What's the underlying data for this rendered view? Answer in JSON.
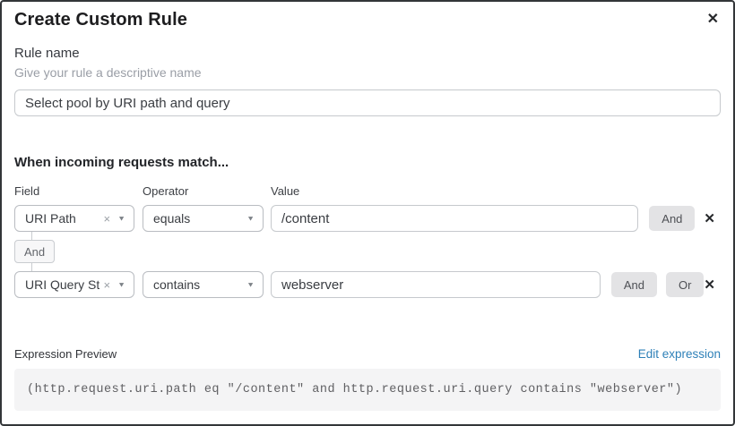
{
  "dialog": {
    "title": "Create Custom Rule",
    "close_icon": "✕"
  },
  "rule_name": {
    "label": "Rule name",
    "hint": "Give your rule a descriptive name",
    "value": "Select pool by URI path and query"
  },
  "match": {
    "heading": "When incoming requests match...",
    "columns": {
      "field": "Field",
      "operator": "Operator",
      "value": "Value"
    },
    "connector": "And",
    "rows": [
      {
        "field": "URI Path",
        "operator": "equals",
        "value": "/content",
        "and_label": "And",
        "remove_icon": "✕",
        "clear_icon": "×",
        "caret_icon": "▼"
      },
      {
        "field": "URI Query St...",
        "operator": "contains",
        "value": "webserver",
        "and_label": "And",
        "or_label": "Or",
        "remove_icon": "✕",
        "clear_icon": "×",
        "caret_icon": "▼"
      }
    ]
  },
  "preview": {
    "label": "Expression Preview",
    "edit_link": "Edit expression",
    "expression": "(http.request.uri.path eq \"/content\" and http.request.uri.query contains \"webserver\")"
  },
  "colors": {
    "link_blue": "#2e80b8",
    "button_gray": "#e3e3e5",
    "code_bg": "#f4f4f5",
    "dialog_border": "#333639"
  }
}
